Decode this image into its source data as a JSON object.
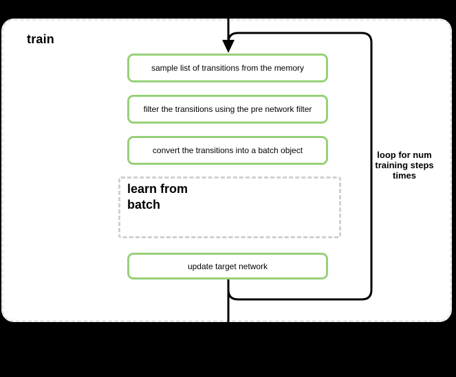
{
  "colors": {
    "background": "#000000",
    "surface": "#ffffff",
    "text": "#000000",
    "stroke": "#000000",
    "step_border": "#97d077",
    "subprocess_border": "#d0d0d0",
    "container_border": "#e8e8e8"
  },
  "diagram": {
    "container_label": "train",
    "steps": [
      {
        "label": "sample list of transitions from the memory",
        "type": "action"
      },
      {
        "label": "filter the transitions using the pre network filter",
        "type": "action"
      },
      {
        "label": "convert the transitions into a batch object",
        "type": "action"
      },
      {
        "label": "learn from\nbatch",
        "type": "subprocess"
      },
      {
        "label": "update target network",
        "type": "action"
      }
    ],
    "loop_label": "loop for num\ntraining steps\ntimes"
  }
}
